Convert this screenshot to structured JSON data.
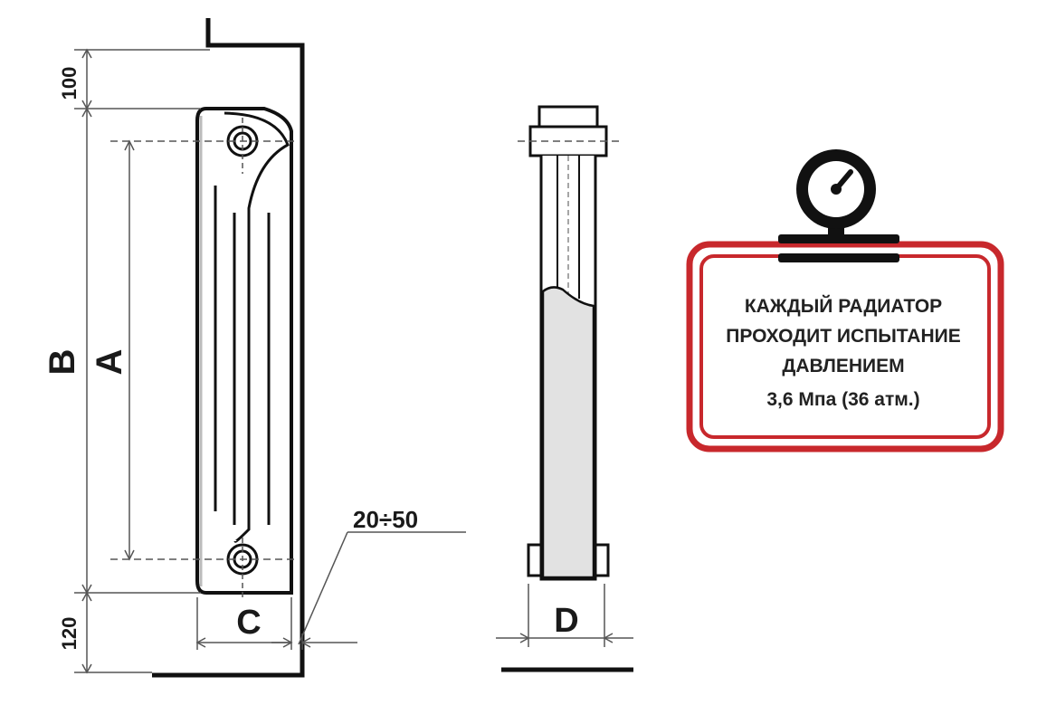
{
  "dimensions": {
    "top_gap": "100",
    "bottom_gap": "120",
    "height_label": "B",
    "axis_distance_label": "A",
    "width_label": "C",
    "wall_gap": "20÷50",
    "depth_label": "D"
  },
  "badge": {
    "line1": "КАЖДЫЙ РАДИАТОР",
    "line2": "ПРОХОДИТ ИСПЫТАНИЕ",
    "line3": "ДАВЛЕНИЕМ",
    "line4": "3,6 Мпа (36 атм.)",
    "frame_color": "#c8282c",
    "icon": "pressure-gauge-icon"
  }
}
